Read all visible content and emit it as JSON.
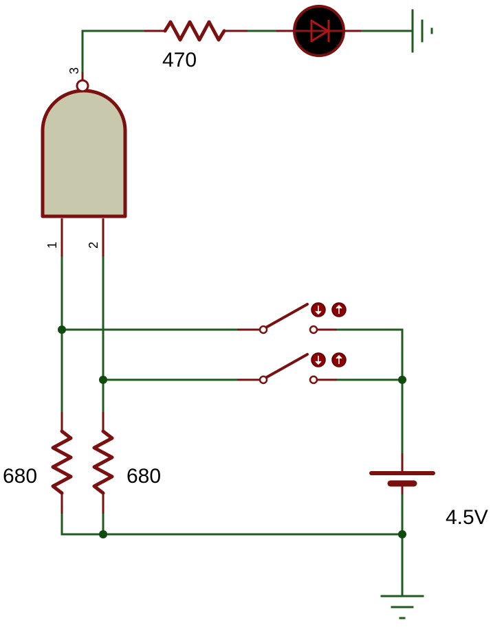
{
  "components": {
    "resistor_led": {
      "label": "470"
    },
    "resistor_left": {
      "label": "680"
    },
    "resistor_right": {
      "label": "680"
    },
    "battery": {
      "label": "4.5V"
    },
    "gate": {
      "pins": {
        "out": "3",
        "in1": "1",
        "in2": "2"
      }
    }
  },
  "colors": {
    "wire": "#1e5c1e",
    "component": "#7a1010",
    "gate_fill": "#c8c8ad",
    "led_body": "#000000",
    "button": "#8b0000"
  },
  "icons": {
    "switch_down_button": "arrow-down-icon",
    "switch_up_button": "arrow-up-icon"
  }
}
